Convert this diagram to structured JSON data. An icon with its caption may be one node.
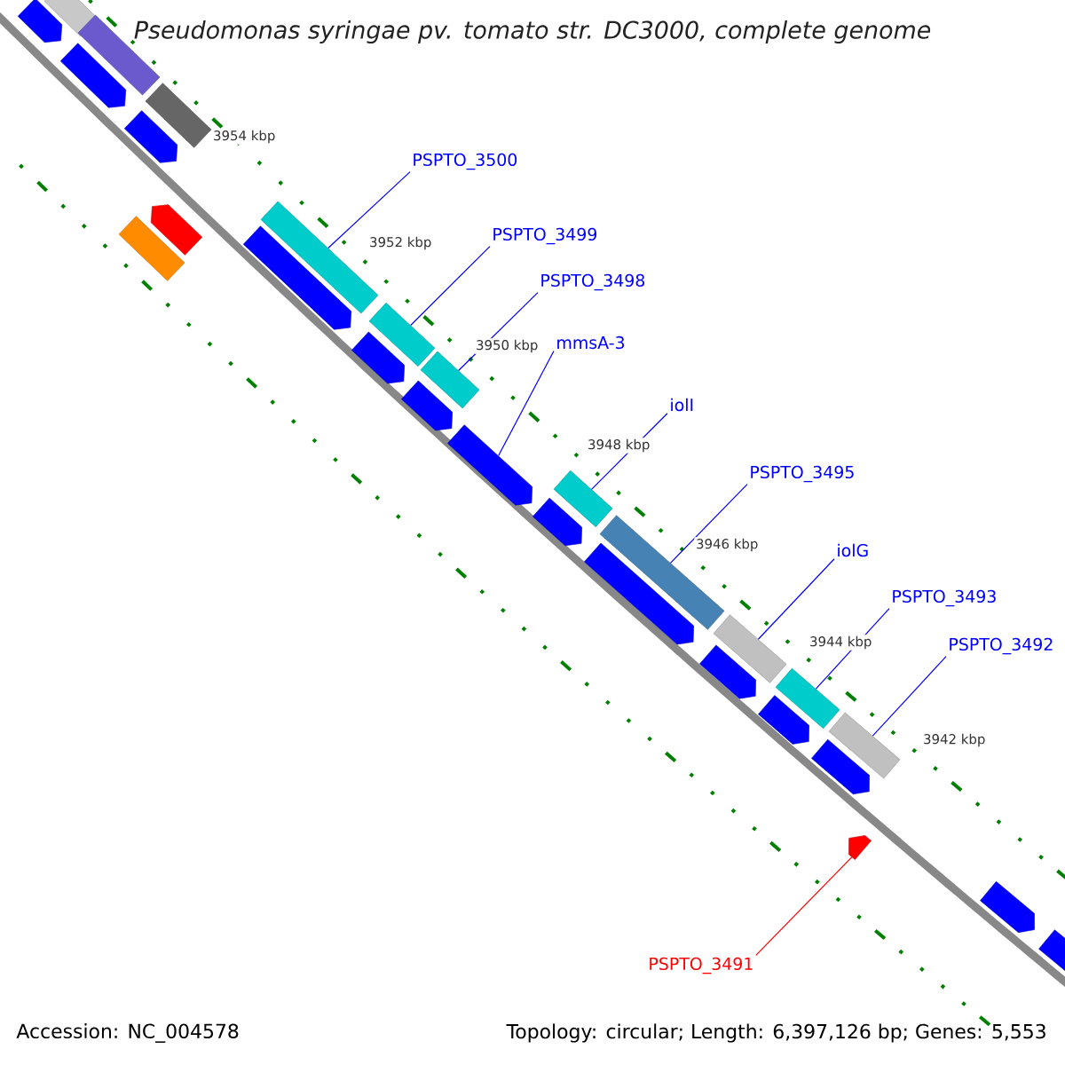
{
  "diagram": {
    "title": "Pseudomonas syringae pv. tomato str. DC3000, complete genome",
    "nodes": [
      {
        "text": [
          "PSPTO_3500"
        ]
      },
      {
        "text": [
          "PSPTO_3499"
        ]
      },
      {
        "text": [
          "PSPTO_3498"
        ]
      },
      {
        "text": [
          "mmsA-3"
        ]
      },
      {
        "text": [
          "iolI"
        ]
      },
      {
        "text": [
          "PSPTO_3495"
        ]
      },
      {
        "text": [
          "iolG"
        ]
      },
      {
        "text": [
          "PSPTO_3493"
        ]
      },
      {
        "text": [
          "PSPTO_3492"
        ]
      },
      {
        "text": [
          "PSPTO_3491"
        ]
      },
      {
        "text": [],
        "shape": "bar"
      },
      {
        "text": [],
        "shape": "bar"
      },
      {
        "text": [],
        "shape": "bar"
      },
      {
        "text": [],
        "shape": "bar"
      },
      {
        "text": [],
        "shape": "bar"
      },
      {
        "text": [],
        "shape": "bar"
      },
      {
        "text": [],
        "shape": "bar"
      },
      {
        "text": [],
        "shape": "bar"
      },
      {
        "text": [],
        "shape": "bar"
      },
      {
        "text": [],
        "shape": "bar"
      },
      {
        "text": [],
        "shape": "bar"
      },
      {
        "text": [],
        "shape": "bar"
      },
      {
        "text": [],
        "shape": "bar"
      },
      {
        "text": [],
        "shape": "bar"
      },
      {
        "text": [],
        "shape": "bar"
      },
      {
        "text": [],
        "shape": "bar"
      },
      {
        "text": [],
        "shape": "bar"
      },
      {
        "text": [],
        "shape": "bar"
      },
      {
        "text": [],
        "shape": "bar"
      },
      {
        "text": [],
        "shape": "bar"
      },
      {
        "text": [],
        "shape": "bar"
      },
      {
        "text": [],
        "shape": "bar"
      },
      {
        "text": [],
        "shape": "bar"
      },
      {
        "text": [],
        "shape": "bar"
      },
      {
        "text": [],
        "shape": "bar"
      },
      {
        "text": [],
        "shape": "bar"
      },
      {
        "text": [],
        "shape": "bar"
      },
      {
        "text": [],
        "shape": "bar"
      }
    ],
    "edges": [
      {
        "from": 0,
        "to": 19,
        "arrow": "none"
      },
      {
        "from": 1,
        "to": 21,
        "arrow": "none"
      },
      {
        "from": 2,
        "to": 23,
        "arrow": "none"
      },
      {
        "from": 3,
        "to": 24,
        "arrow": "none"
      },
      {
        "from": 4,
        "to": 26,
        "arrow": "none"
      },
      {
        "from": 5,
        "to": 28,
        "arrow": "none"
      },
      {
        "from": 6,
        "to": 30,
        "arrow": "none"
      },
      {
        "from": 7,
        "to": 32,
        "arrow": "none"
      },
      {
        "from": 8,
        "to": 34,
        "arrow": "none"
      },
      {
        "from": 9,
        "to": 35,
        "arrow": "none",
        "color": "#ff0000"
      }
    ],
    "labels": [
      "3954 kbp",
      "3952 kbp",
      "3950 kbp",
      "3948 kbp",
      "3946 kbp",
      "3944 kbp",
      "3942 kbp",
      "Accession: NC_004578",
      "Topology: circular; Length: 6,397,126 bp; Genes: 5,553"
    ]
  }
}
